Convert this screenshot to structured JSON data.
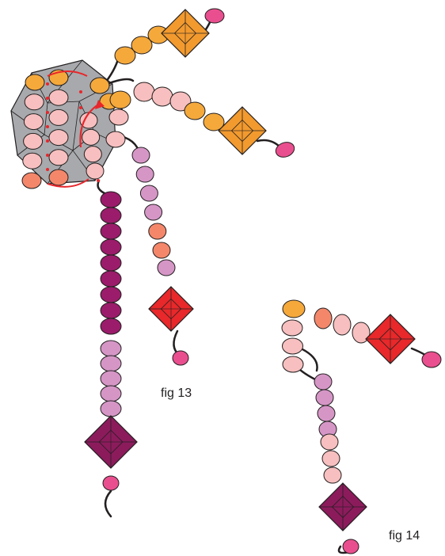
{
  "figures": [
    {
      "id": "fig13",
      "label": "fig 13"
    },
    {
      "id": "fig14",
      "label": "fig 14"
    }
  ],
  "colors": {
    "gold": "#f5a93b",
    "light_pink": "#f7bfbf",
    "salmon": "#f4876a",
    "lilac": "#d596c6",
    "plum": "#9b1c6a",
    "hot_pink": "#e94f8e",
    "orange_crystal": "#f29a2e",
    "red_crystal": "#e8282a",
    "plum_crystal": "#8c1b5c",
    "gray_base": "#a7a9ac",
    "thread_black": "#231f20",
    "thread_red": "#e8262b",
    "outline": "#231f20"
  },
  "icons": {
    "crystal": "square-bicone-crystal-icon",
    "drop": "drop-bead-icon",
    "bead": "round-seed-bead-icon",
    "path_arrow": "thread-path-arrow-icon"
  }
}
